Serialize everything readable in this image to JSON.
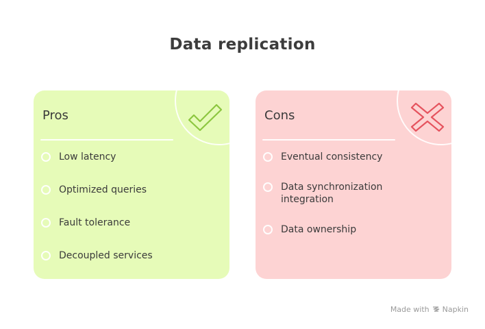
{
  "title": "Data replication",
  "pros": {
    "heading": "Pros",
    "icon": "checkmark-icon",
    "color": "#e6fbb8",
    "accent": "#8cc63f",
    "items": [
      {
        "label": "Low latency"
      },
      {
        "label": "Optimized queries"
      },
      {
        "label": "Fault tolerance"
      },
      {
        "label": "Decoupled services"
      }
    ]
  },
  "cons": {
    "heading": "Cons",
    "icon": "x-mark-icon",
    "color": "#fdd3d3",
    "accent": "#e5535e",
    "items": [
      {
        "label": "Eventual consistency"
      },
      {
        "label": "Data synchronization integration"
      },
      {
        "label": "Data ownership"
      }
    ]
  },
  "footer": {
    "made_with": "Made with",
    "brand": "Napkin"
  }
}
